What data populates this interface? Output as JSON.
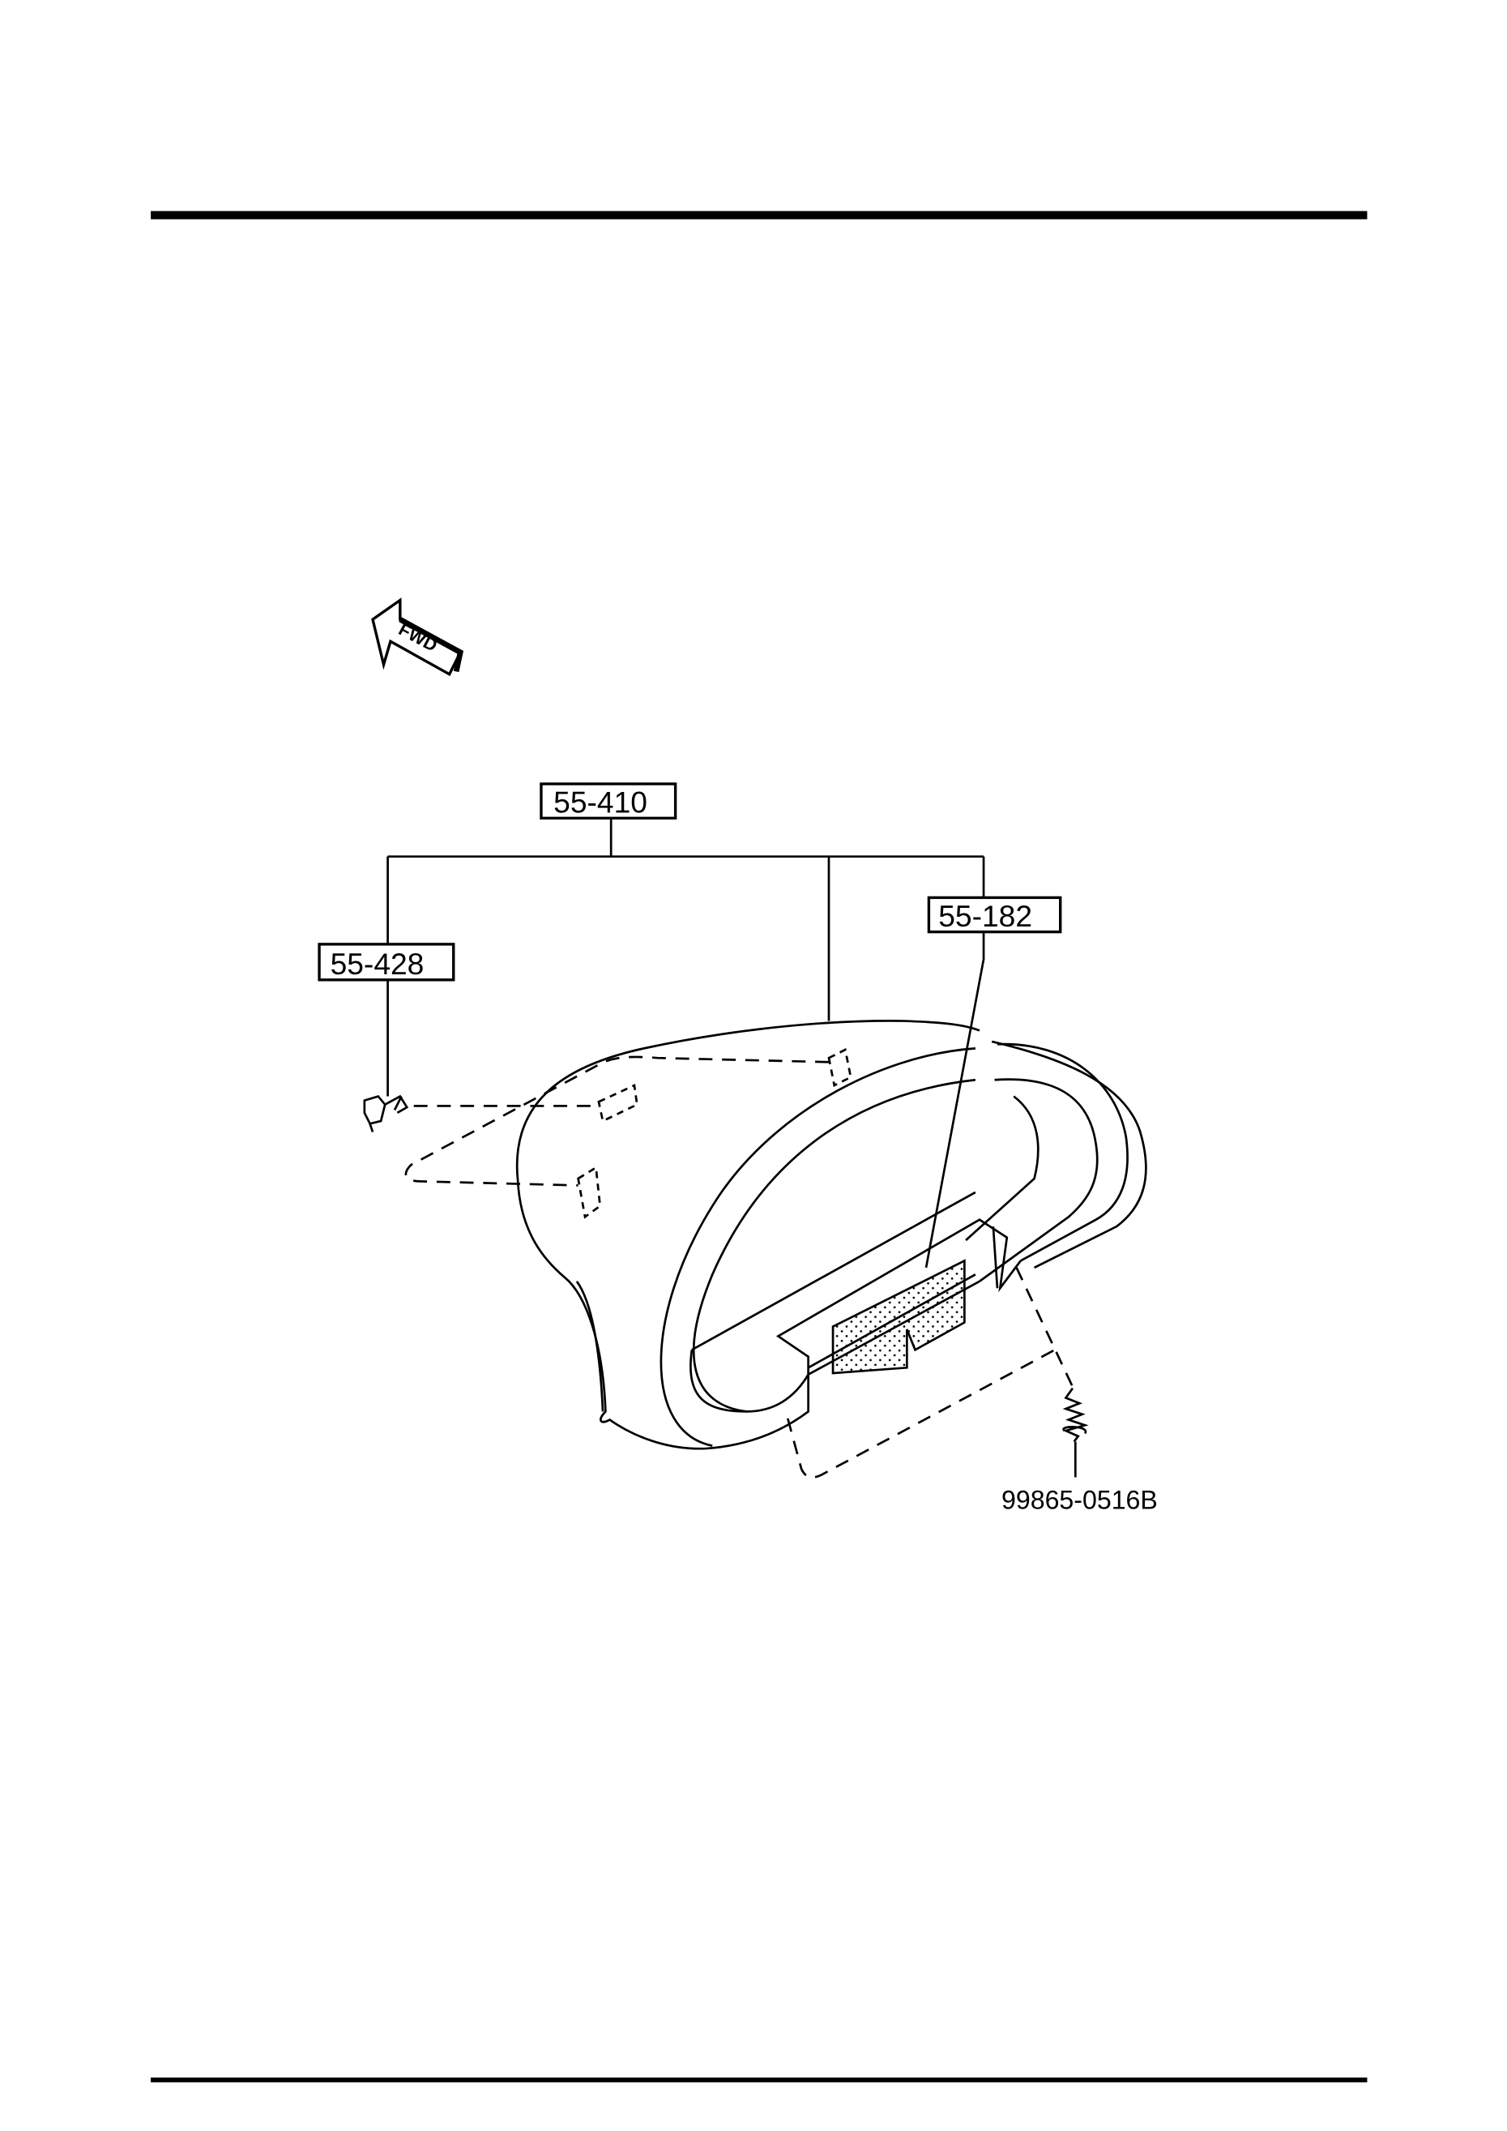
{
  "diagram": {
    "direction_indicator": "FWD",
    "callouts": [
      {
        "id": "assembly",
        "label": "55-410"
      },
      {
        "id": "clip",
        "label": "55-428"
      },
      {
        "id": "pad",
        "label": "55-182"
      }
    ],
    "fastener_label": "99865-0516B"
  }
}
